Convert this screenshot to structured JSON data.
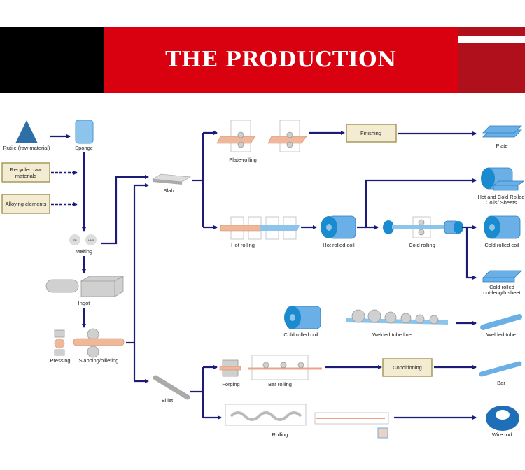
{
  "header": {
    "title": "THE PRODUCTION PROCESS",
    "colors": {
      "red": "#d9000f",
      "black": "#000000",
      "dark_red": "#b0101c"
    }
  },
  "colors": {
    "arrow": "#1c1c78",
    "product_blue": "#6ab0e6",
    "box_fill": "#f3ecd2"
  },
  "nodes": {
    "rutile": "Rutile (raw material)",
    "sponge": "Sponge",
    "recycled": [
      "Recycled raw",
      "materials"
    ],
    "alloying": "Alloying elements",
    "eb": "EB",
    "var": "VAR",
    "melting": "Melting",
    "ingot": "Ingot",
    "pressing": "Pressing",
    "slabbing": "Slabbing/billeting",
    "slab": "Slab",
    "billet": "Billet",
    "plate_rolling": "Plate-rolling",
    "finishing": "Finishing",
    "plate": "Plate",
    "hot_rolling": "Hot rolling",
    "hot_rolled_coil": "Hot rolled coil",
    "cold_rolling": "Cold rolling",
    "hot_cold_coils": [
      "Hot and Cold Rolled",
      "Coils/ Sheets"
    ],
    "cold_rolled_coil": "Cold rolled coil",
    "cut_sheet": [
      "Cold rolled",
      "cut-length sheet"
    ],
    "cold_rolled_coil_2": "Cold rolled coil",
    "welded_tube_line": "Welded tube line",
    "welded_tube": "Welded tube",
    "forging": "Forging",
    "bar_rolling": "Bar rolling",
    "conditioning": "Conditioning",
    "bar": "Bar",
    "rolling": "Rolling",
    "wire_rod": "Wire rod"
  }
}
